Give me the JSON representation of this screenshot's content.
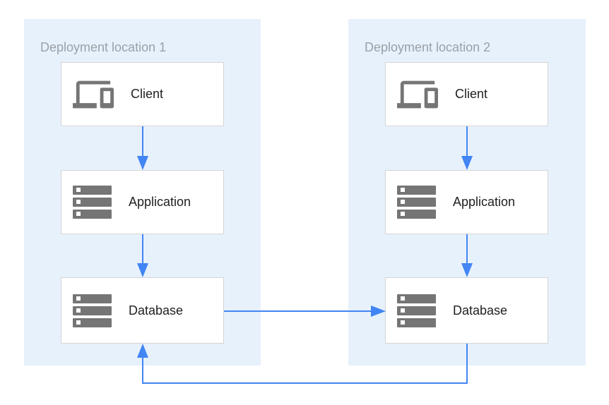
{
  "diagram": {
    "panels": [
      {
        "id": "deployment-location-1",
        "title": "Deployment location 1",
        "nodes": [
          {
            "id": "client-1",
            "label": "Client",
            "icon": "devices-icon"
          },
          {
            "id": "application-1",
            "label": "Application",
            "icon": "server-stack-icon"
          },
          {
            "id": "database-1",
            "label": "Database",
            "icon": "server-stack-icon"
          }
        ]
      },
      {
        "id": "deployment-location-2",
        "title": "Deployment location 2",
        "nodes": [
          {
            "id": "client-2",
            "label": "Client",
            "icon": "devices-icon"
          },
          {
            "id": "application-2",
            "label": "Application",
            "icon": "server-stack-icon"
          },
          {
            "id": "database-2",
            "label": "Database",
            "icon": "server-stack-icon"
          }
        ]
      }
    ],
    "connections": [
      {
        "from": "client-1",
        "to": "application-1",
        "style": "arrow"
      },
      {
        "from": "application-1",
        "to": "database-1",
        "style": "arrow"
      },
      {
        "from": "client-2",
        "to": "application-2",
        "style": "arrow"
      },
      {
        "from": "application-2",
        "to": "database-2",
        "style": "arrow"
      },
      {
        "from": "database-1",
        "to": "database-2",
        "style": "arrow"
      },
      {
        "from": "database-2",
        "to": "database-1",
        "style": "arrow-loop-below"
      }
    ],
    "colors": {
      "panel_bg": "#e7f1fc",
      "box_bg": "#ffffff",
      "box_border": "#d5d5d5",
      "arrow": "#4285f4",
      "icon": "#757575",
      "title_text": "#9aa0a6",
      "label_text": "#212124"
    }
  }
}
